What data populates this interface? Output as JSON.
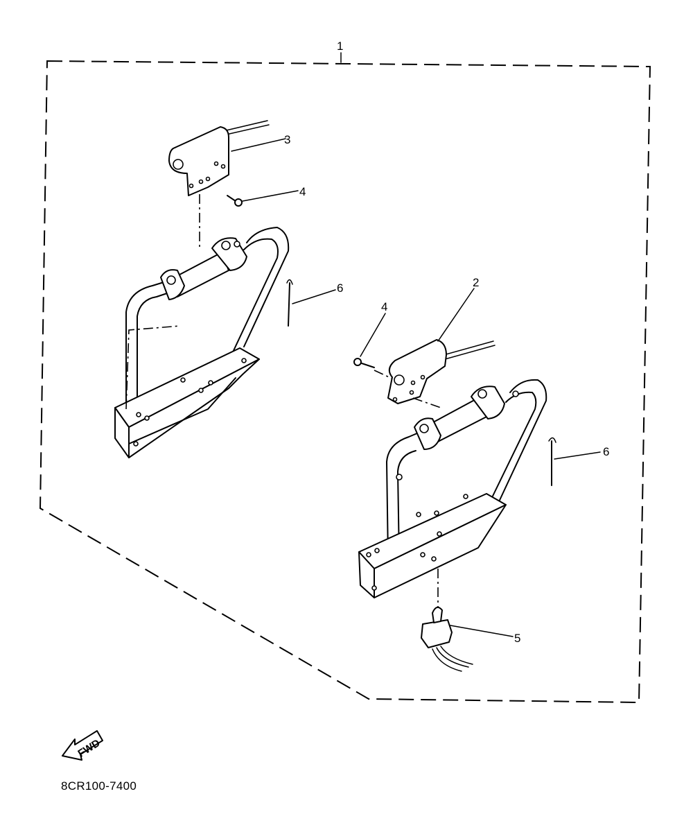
{
  "callouts": {
    "kit": "1",
    "right_cover": "2",
    "left_cover": "3",
    "screw_left": "4",
    "screw_right": "4",
    "switch": "5",
    "pin_left": "6",
    "pin_right": "6"
  },
  "fwd_arrow_text": "FWD",
  "diagram_code": "8CR100-7400"
}
